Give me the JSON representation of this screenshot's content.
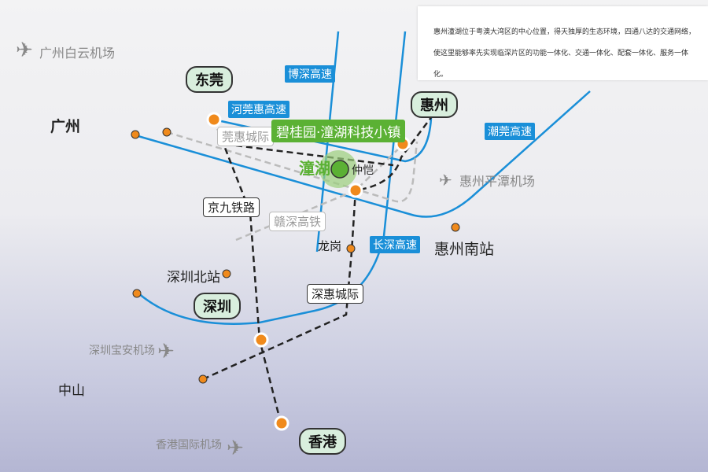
{
  "info_text": "惠州潼湖位于粤澳大湾区的中心位置，得天独厚的生态环境，四通八达的交通网络，使这里能够率先实现临深片区的功能一体化、交通一体化、配套一体化、服务一体化。",
  "project": {
    "label": "碧桂园·潼湖科技小镇",
    "location": "潼湖",
    "nearby": "仲恺"
  },
  "cities": {
    "dongguan": "东莞",
    "huizhou": "惠州",
    "shenzhen": "深圳",
    "hongkong": "香港"
  },
  "places": {
    "guangzhou": "广州",
    "zhongshan": "中山",
    "longgang": "龙岗",
    "shenzhen_north": "深圳北站",
    "huizhou_south": "惠州南站"
  },
  "airports": {
    "guangzhou": "广州白云机场",
    "huizhou": "惠州平潭机场",
    "shenzhen": "深圳宝安机场",
    "hongkong": "香港国际机场"
  },
  "highways": {
    "boshen": "博深高速",
    "heguanhui": "河莞惠高速",
    "chaoguan": "潮莞高速",
    "changshen": "长深高速"
  },
  "railways": {
    "jingjiu": "京九铁路",
    "ganshen": "赣深高铁",
    "guanhui": "莞惠城际",
    "shenhui": "深惠城际"
  },
  "colors": {
    "highway": "#1a8fd8",
    "project": "#5bb134",
    "station": "#f08a1c"
  }
}
